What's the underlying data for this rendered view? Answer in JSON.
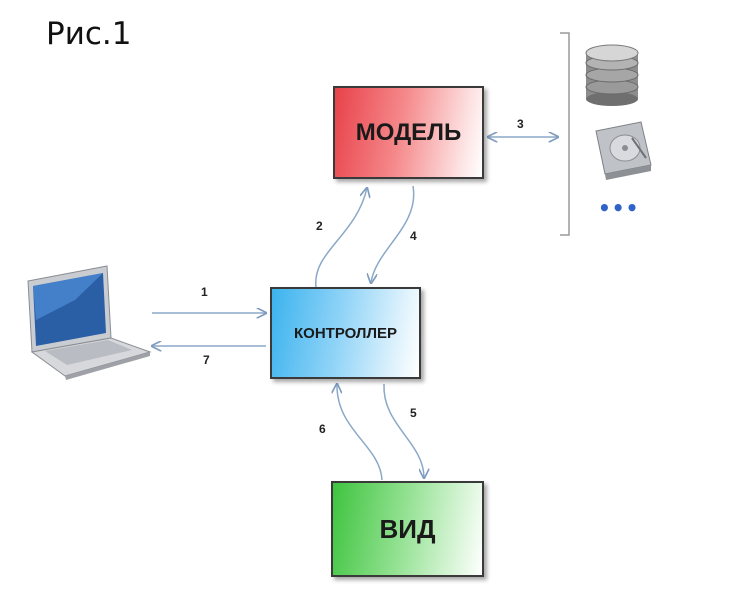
{
  "figure": {
    "title": "Рис.1"
  },
  "boxes": {
    "model": "МОДЕЛЬ",
    "controller": "КОНТРОЛЛЕР",
    "view": "ВИД"
  },
  "arrows": {
    "a1": "1",
    "a2": "2",
    "a3": "3",
    "a4": "4",
    "a5": "5",
    "a6": "6",
    "a7": "7"
  },
  "storage": {
    "icons": [
      "database-icon",
      "hard-drive-icon",
      "more-dots-icon"
    ],
    "ellipsis": "•••"
  },
  "client": {
    "icon": "laptop-icon"
  },
  "colors": {
    "model": "#e8424a",
    "controller": "#3cb3ee",
    "view": "#3fc43f",
    "arrow": "#8aa8c8"
  }
}
